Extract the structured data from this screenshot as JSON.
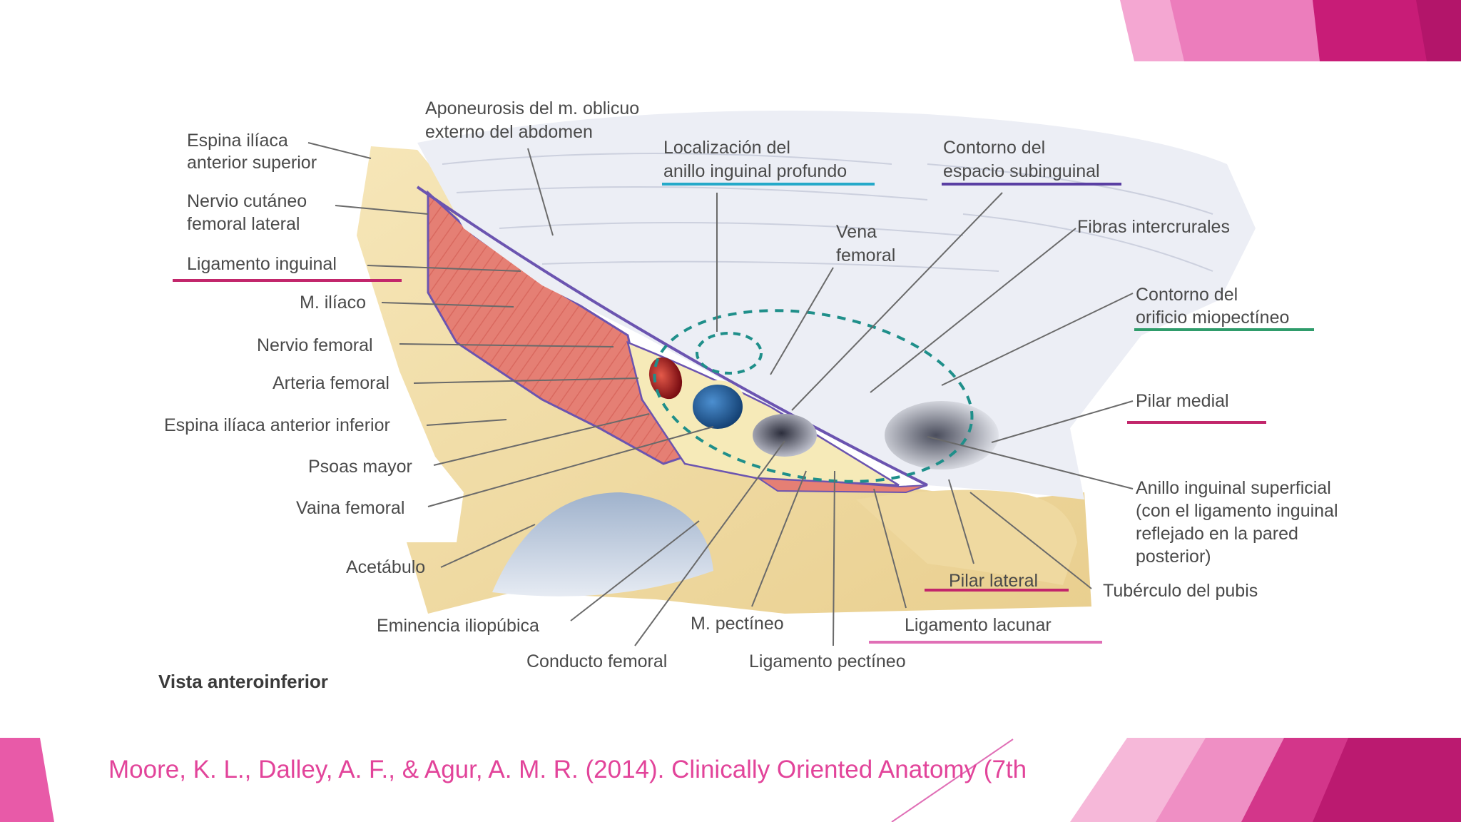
{
  "colors": {
    "accent_pink": "#e2449a",
    "accent_magenta": "#b8196b",
    "light_pink": "#f2a3cd",
    "bone": "#f0dca6",
    "muscle": "#e57f74",
    "ligament_white": "#eceef5",
    "artery": "#a5171c",
    "vein": "#1f5f9e",
    "underline_pink": "#c2266b",
    "underline_blue": "#25a9c9",
    "underline_purple": "#5a3fa3",
    "underline_green": "#2f9c6b",
    "underline_light_pink": "#e06fb6"
  },
  "figure": {
    "view_label": "Vista anteroinferior",
    "labels": {
      "espina_iliaca_sup": [
        "Espina ilíaca",
        "anterior superior"
      ],
      "aponeurosis": [
        "Aponeurosis del m. oblicuo",
        "externo del abdomen"
      ],
      "localizacion": [
        "Localización del",
        "anillo inguinal profundo"
      ],
      "contorno_espacio": [
        "Contorno del",
        "espacio subinguinal"
      ],
      "nervio_cutaneo": [
        "Nervio cutáneo",
        "femoral lateral"
      ],
      "ligamento_inguinal": "Ligamento inguinal",
      "m_iliaco": "M. ilíaco",
      "nervio_femoral": "Nervio femoral",
      "arteria_femoral": "Arteria femoral",
      "espina_iliaca_inf": "Espina ilíaca anterior inferior",
      "psoas": "Psoas mayor",
      "vaina": "Vaina femoral",
      "acetabulo": "Acetábulo",
      "eminencia": "Eminencia iliopúbica",
      "conducto": "Conducto femoral",
      "m_pectineo": "M. pectíneo",
      "lig_pectineo": "Ligamento pectíneo",
      "lig_lacunar": "Ligamento lacunar",
      "pilar_lateral": "Pilar lateral",
      "tuberculo": "Tubérculo del pubis",
      "vena_femoral": [
        "Vena",
        "femoral"
      ],
      "fibras": "Fibras intercrurales",
      "contorno_orificio": [
        "Contorno del",
        "orificio miopectíneo"
      ],
      "pilar_medial": "Pilar medial",
      "anillo_superficial": [
        "Anillo inguinal superficial",
        "(con el ligamento inguinal",
        "reflejado en la pared",
        "posterior)"
      ]
    }
  },
  "citation": "Moore, K. L., Dalley, A. F., & Agur, A. M. R. (2014). Clinically Oriented Anatomy (7th"
}
